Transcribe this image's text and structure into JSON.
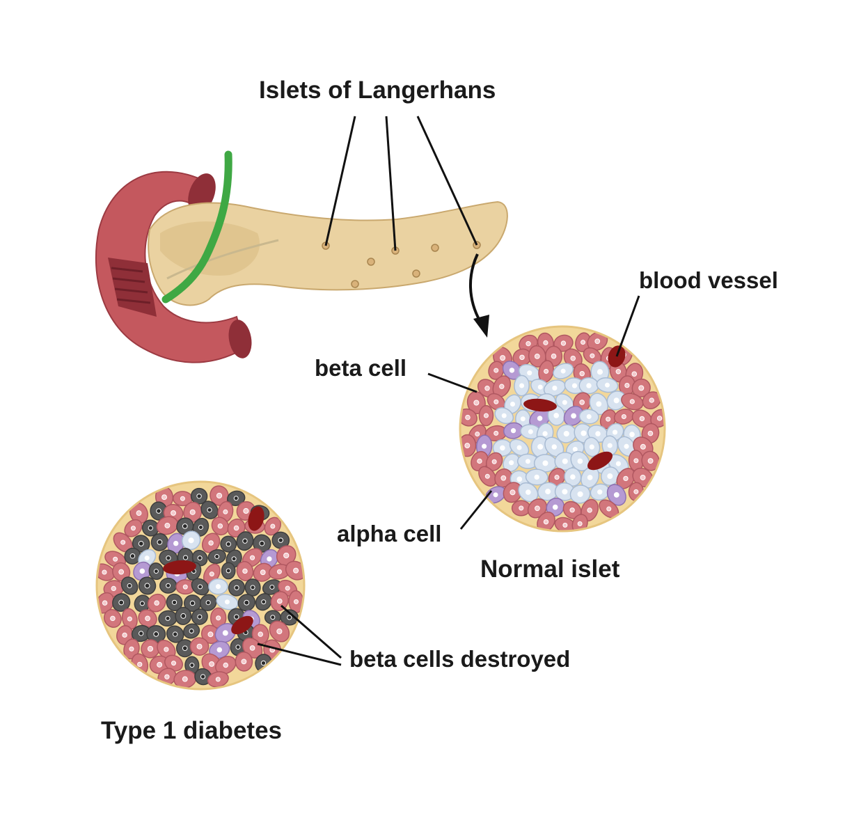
{
  "labels": {
    "islets_title": "Islets of Langerhans",
    "blood_vessel": "blood vessel",
    "beta_cell": "beta cell",
    "alpha_cell": "alpha cell",
    "normal_islet": "Normal islet",
    "beta_cells_destroyed": "beta cells destroyed",
    "type1_diabetes": "Type 1 diabetes"
  },
  "colors": {
    "duodenum": "#c4585e",
    "duodenum_inner": "#8f2f38",
    "pancreas": "#ead2a1",
    "pancreas_edge": "#c9a86e",
    "bile_duct": "#3fa844",
    "islet_matrix": "#f2d79a",
    "beta_cell": "#d8e3f0",
    "alpha_cell": "#d2767c",
    "delta_cell": "#b59ad3",
    "destroyed_cell": "#5a5a5a",
    "blood_vessel": "#8d1616"
  }
}
